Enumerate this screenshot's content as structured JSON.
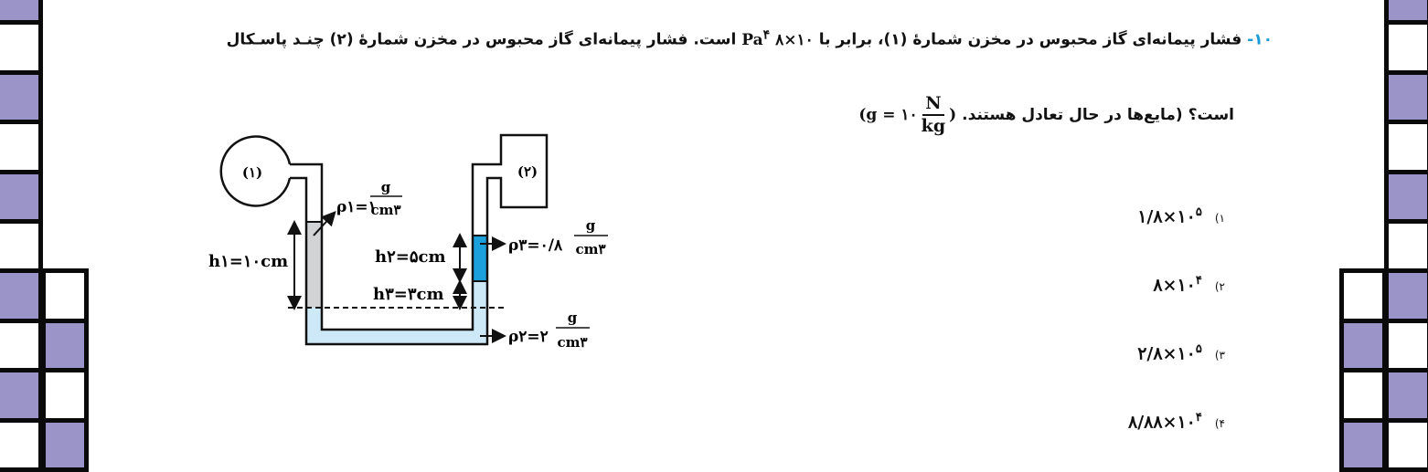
{
  "question": {
    "number": "۱۰-",
    "line1_part1": "فشار پیمانه‌ای گاز محبوس در مخزن شمارهٔ (۱)، برابر با",
    "pressure_value": "۸×۱۰",
    "pressure_exp": "۴",
    "pressure_unit": "Pa",
    "line1_part2": "است. فشار پیمانه‌ای گاز محبوس در مخزن شمارهٔ (۲) چنـد پاسـکال",
    "line2": "است؟ (مایع‌ها در حال تعادل هستند.",
    "g_label": "(g = ۱۰",
    "g_num": "N",
    "g_den": "kg",
    "g_close": ")"
  },
  "options": [
    {
      "number": "۱)",
      "mantissa": "۱/۸×۱۰",
      "exp": "۵"
    },
    {
      "number": "۲)",
      "mantissa": "۸×۱۰",
      "exp": "۴"
    },
    {
      "number": "۳)",
      "mantissa": "۲/۸×۱۰",
      "exp": "۵"
    },
    {
      "number": "۴)",
      "mantissa": "۸/۸۸×۱۰",
      "exp": "۴"
    }
  ],
  "diagram": {
    "tank1": "(۱)",
    "tank2": "(۲)",
    "rho1": "ρ۱=۱",
    "rho2": "ρ۲=۲",
    "rho3": "ρ۳=۰/۸",
    "unit_num": "g",
    "unit_den": "cm۳",
    "h1": "h۱=۱۰cm",
    "h2": "h۲=۵cm",
    "h3": "h۳=۳cm"
  },
  "colors": {
    "border_purple": "#9b94c8",
    "fluid_gray": "#d2d3d5",
    "fluid_light_blue": "#cde9f7",
    "fluid_blue": "#1ca0dc",
    "accent": "#1a9ad6"
  }
}
